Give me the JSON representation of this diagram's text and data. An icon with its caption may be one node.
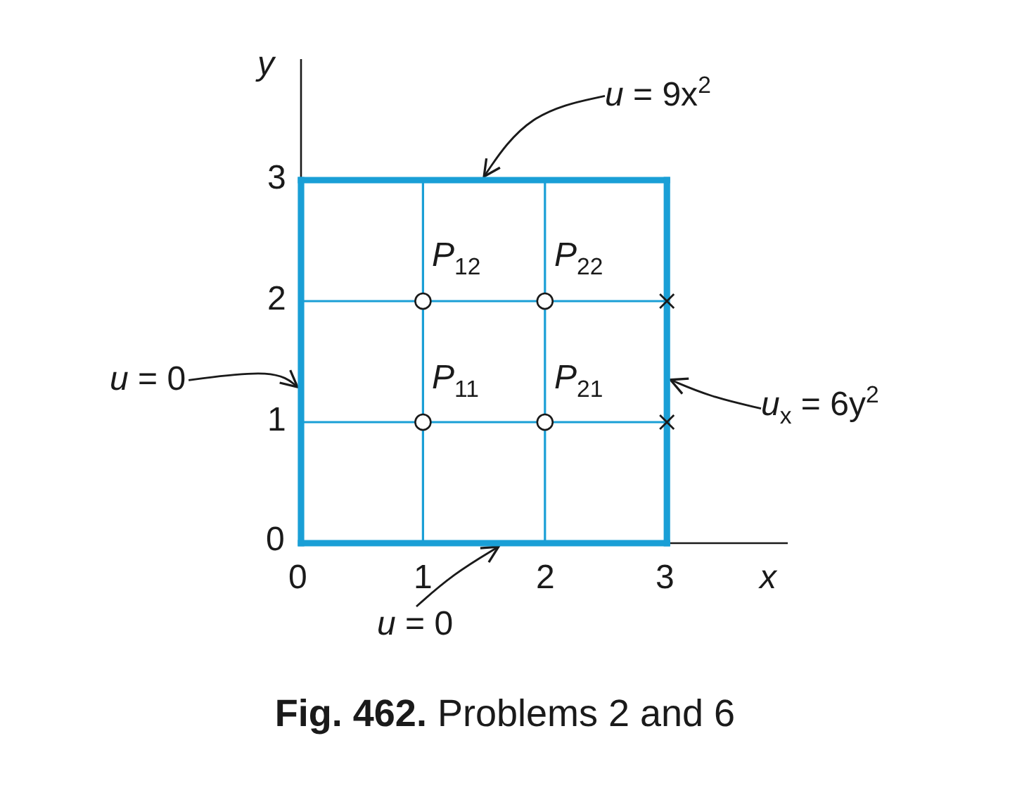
{
  "diagram": {
    "caption": "**Fig. 462.** Problems 2 and 6",
    "nodes": [
      {
        "text": [
          "*u* = 9x$^{2}$"
        ]
      },
      {
        "text": [],
        "shape": "line"
      },
      {
        "text": [
          "*u* = 0"
        ]
      },
      {
        "text": [],
        "shape": "line"
      },
      {
        "text": [
          "*u*$_{x}$ = 6y$^{2}$"
        ]
      },
      {
        "text": [],
        "shape": "line"
      },
      {
        "text": [
          "*u* = 0"
        ]
      },
      {
        "text": [],
        "shape": "line"
      }
    ],
    "edges": [
      {
        "from": 0,
        "to": 1,
        "arrow": "to"
      },
      {
        "from": 2,
        "to": 3,
        "arrow": "to"
      },
      {
        "from": 4,
        "to": 5,
        "arrow": "to"
      },
      {
        "from": 6,
        "to": 7,
        "arrow": "to"
      }
    ],
    "labels": [
      "*y*",
      "3",
      "*P*$_{12}$",
      "*P*$_{22}$",
      "2",
      "*P*$_{11}$",
      "*P*$_{21}$",
      "1",
      "0",
      "0",
      "1",
      "2",
      "3",
      "*x*"
    ]
  }
}
